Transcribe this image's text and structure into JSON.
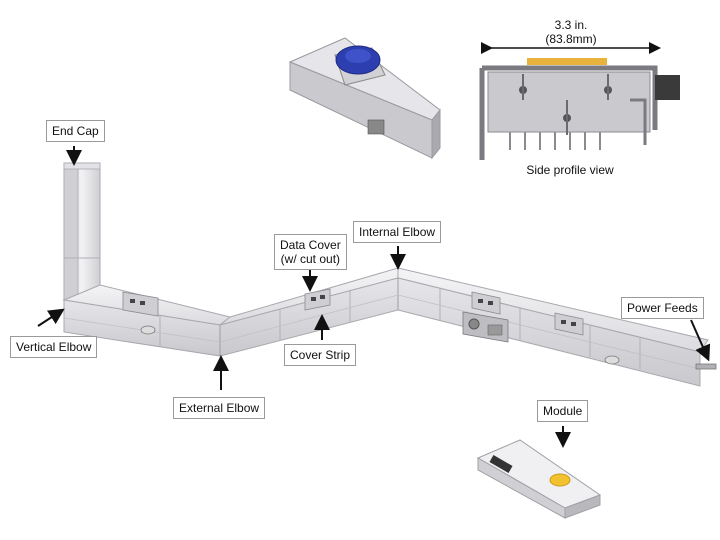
{
  "labels": {
    "end_cap": "End Cap",
    "vertical_elbow": "Vertical Elbow",
    "external_elbow": "External Elbow",
    "data_cover_line1": "Data Cover",
    "data_cover_line2": "(w/ cut out)",
    "cover_strip": "Cover Strip",
    "internal_elbow": "Internal Elbow",
    "power_feeds": "Power Feeds",
    "module": "Module"
  },
  "dimension": {
    "inches": "3.3 in.",
    "mm": "(83.8mm)"
  },
  "profile_caption": "Side profile view",
  "colors": {
    "channel_light": "#e9e9eb",
    "channel_mid": "#d6d6da",
    "channel_dark": "#b9b9be",
    "outlet_blue": "#2d3fb0",
    "module_yellow": "#f2c12e",
    "gasket_yellow": "#e8b33c",
    "arrow": "#111111"
  }
}
